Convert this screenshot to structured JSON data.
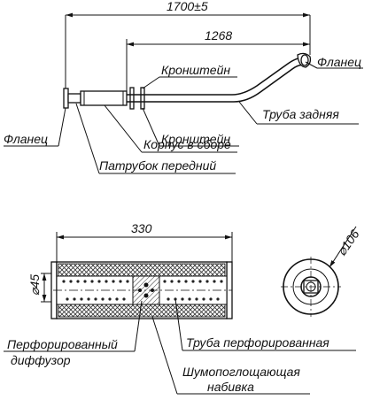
{
  "top_view": {
    "overall_length": "1700±5",
    "pipe_length": "1268",
    "labels": {
      "flange_right": "Фланец",
      "bracket_top": "Кронштейн",
      "bracket_bottom": "Кронштейн",
      "rear_pipe": "Труба задняя",
      "flange_left": "Фланец",
      "body_assembly": "Корпус в сборе",
      "front_pipe": "Патрубок передний"
    }
  },
  "section_view": {
    "length": "330",
    "inner_diameter": "⌀45",
    "outer_diameter": "⌀106",
    "labels": {
      "perforated_diffuser_1": "Перфорированный",
      "perforated_diffuser_2": "диффузор",
      "perforated_pipe": "Труба перфорированная",
      "absorbing_filling_1": "Шумопоглощающая",
      "absorbing_filling_2": "набивка"
    }
  }
}
